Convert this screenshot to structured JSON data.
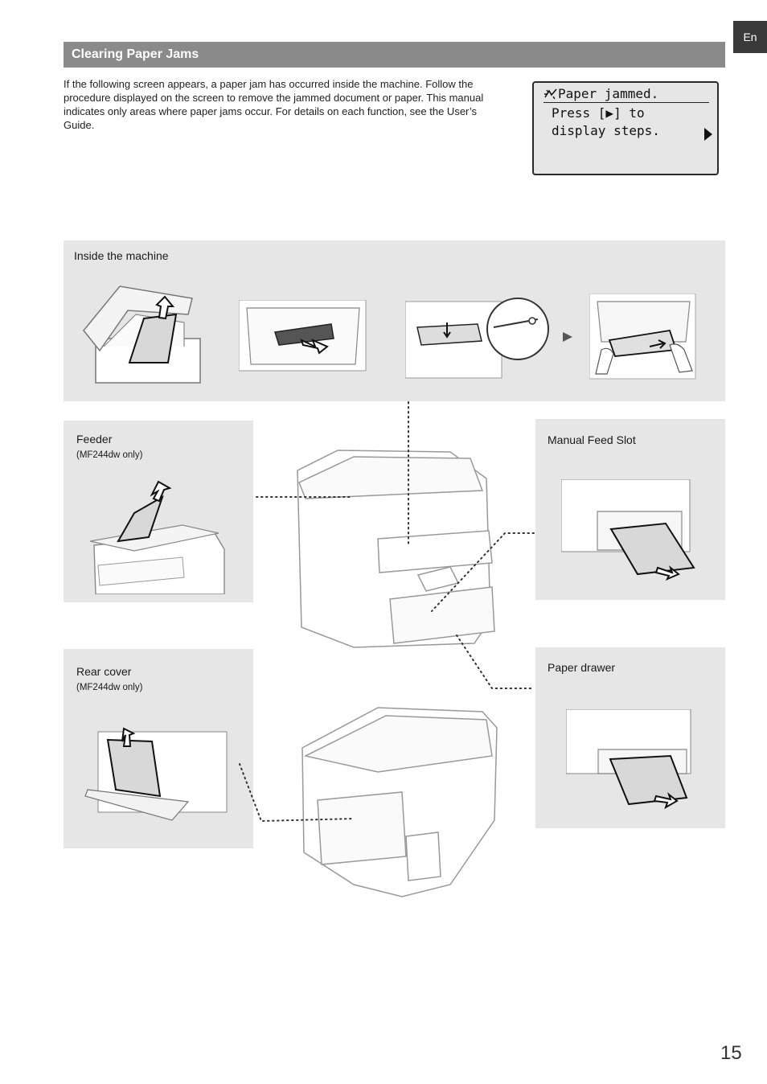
{
  "lang_tab": "En",
  "section_title": "Clearing Paper Jams",
  "intro_text": "If the following screen appears, a paper jam has occurred inside the machine. Follow the procedure displayed on the screen to remove the jammed document or paper. This manual indicates only areas where paper jams occur. For details on each function, see the User’s Guide.",
  "lcd": {
    "line1": "Paper jammed.",
    "line2": "Press [▶] to",
    "line3": "display steps."
  },
  "panels": {
    "inside": {
      "title": "Inside the machine"
    },
    "feeder": {
      "title": "Feeder",
      "subtitle": "(MF244dw only)"
    },
    "manual": {
      "title": "Manual Feed Slot"
    },
    "rear": {
      "title": "Rear cover",
      "subtitle": "(MF244dw only)"
    },
    "drawer": {
      "title": "Paper drawer"
    }
  },
  "page_number": "15"
}
